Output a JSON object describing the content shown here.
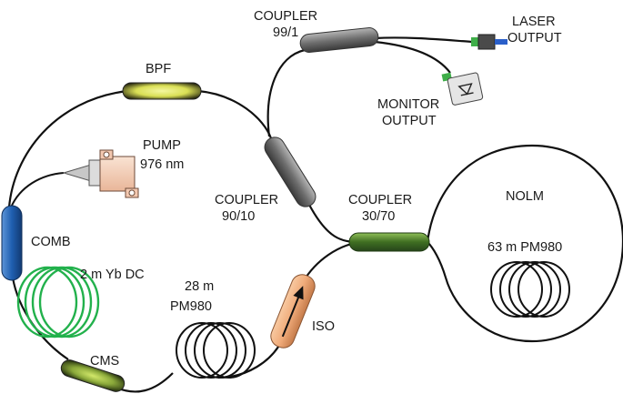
{
  "labels": {
    "bpf": "BPF",
    "coupler_99_line1": "COUPLER",
    "coupler_99_line2": "99/1",
    "laser_line1": "LASER",
    "laser_line2": "OUTPUT",
    "monitor_line1": "MONITOR",
    "monitor_line2": "OUTPUT",
    "pump_line1": "PUMP",
    "pump_line2": "976 nm",
    "coupler_90_line1": "COUPLER",
    "coupler_90_line2": "90/10",
    "coupler_30_line1": "COUPLER",
    "coupler_30_line2": "30/70",
    "nolm": "NOLM",
    "pm980_nolm": "63 m PM980",
    "comb": "COMB",
    "yb": "2 m Yb DC",
    "pm980_28_line1": "28 m",
    "pm980_28_line2": "PM980",
    "iso": "ISO",
    "cms": "CMS"
  },
  "colors": {
    "fiber": "#111111",
    "yb_fiber": "#22b14c",
    "bpf": "#e6ec7a",
    "cms": "#a9c644",
    "comb": "#1f5fb0",
    "coupler_green": "#3f6e22",
    "coupler_gray": "#6e6e6e",
    "isolator": "#f0ab7a",
    "pump_body": "#f3c8b0"
  }
}
